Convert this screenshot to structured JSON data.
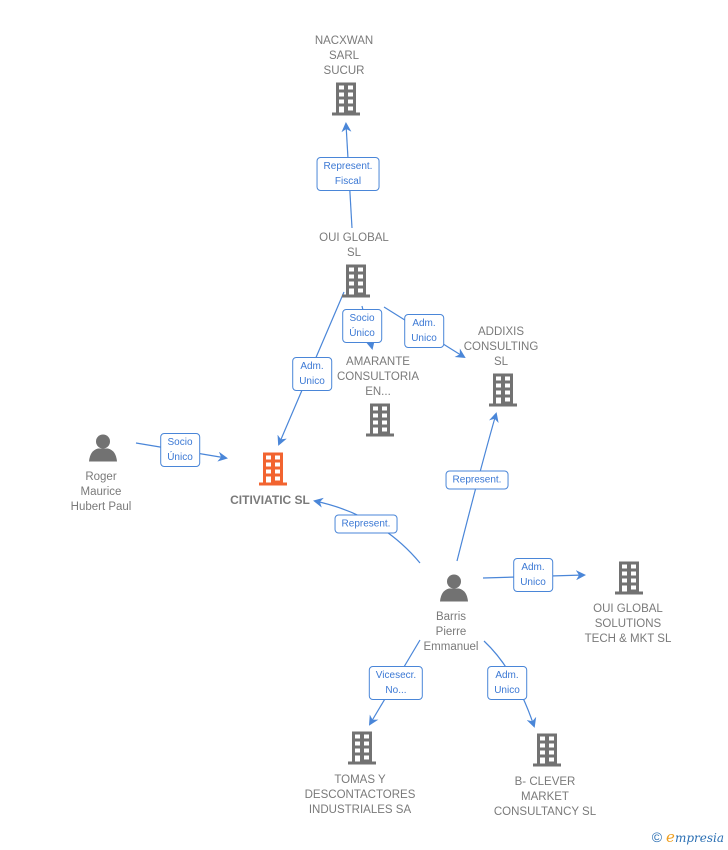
{
  "colors": {
    "edge": "#4a86d8",
    "company": "#727272",
    "focus_company": "#f26430",
    "person": "#727272",
    "label_text": "#7a7a7a"
  },
  "nodes": [
    {
      "id": "nacxwan",
      "type": "company",
      "label": "NACXWAN\nSARL\nSUCUR",
      "icon": "building-icon"
    },
    {
      "id": "oui_global",
      "type": "company",
      "label": "OUI GLOBAL\nSL",
      "icon": "building-icon"
    },
    {
      "id": "amarante",
      "type": "company",
      "label": "AMARANTE\nCONSULTORIA\nEN...",
      "icon": "building-icon"
    },
    {
      "id": "addixis",
      "type": "company",
      "label": "ADDIXIS\nCONSULTING\nSL",
      "icon": "building-icon"
    },
    {
      "id": "citiviatic",
      "type": "company",
      "focus": true,
      "label": "CITIVIATIC  SL",
      "icon": "building-icon"
    },
    {
      "id": "roger",
      "type": "person",
      "label": "Roger\nMaurice\nHubert Paul",
      "icon": "person-icon"
    },
    {
      "id": "barris",
      "type": "person",
      "label": "Barris\nPierre\nEmmanuel",
      "icon": "person-icon"
    },
    {
      "id": "oui_solutions",
      "type": "company",
      "label": "OUI GLOBAL\nSOLUTIONS\nTECH & MKT SL",
      "icon": "building-icon"
    },
    {
      "id": "tomas",
      "type": "company",
      "label": "TOMAS Y\nDESCONTACTORES\nINDUSTRIALES SA",
      "icon": "building-icon"
    },
    {
      "id": "bclever",
      "type": "company",
      "label": "B- CLEVER\nMARKET\nCONSULTANCY SL",
      "icon": "building-icon"
    }
  ],
  "edges": [
    {
      "from": "oui_global",
      "to": "nacxwan",
      "label": "Represent.\nFiscal"
    },
    {
      "from": "oui_global",
      "to": "amarante",
      "label": "Socio\nÚnico"
    },
    {
      "from": "oui_global",
      "to": "addixis",
      "label": "Adm.\nUnico"
    },
    {
      "from": "oui_global",
      "to": "citiviatic",
      "label": "Adm.\nUnico"
    },
    {
      "from": "roger",
      "to": "citiviatic",
      "label": "Socio\nÚnico"
    },
    {
      "from": "barris",
      "to": "citiviatic",
      "label": "Represent."
    },
    {
      "from": "barris",
      "to": "addixis",
      "label": "Represent."
    },
    {
      "from": "barris",
      "to": "oui_solutions",
      "label": "Adm.\nUnico"
    },
    {
      "from": "barris",
      "to": "tomas",
      "label": "Vicesecr.\nNo..."
    },
    {
      "from": "barris",
      "to": "bclever",
      "label": "Adm.\nUnico"
    }
  ],
  "footer": {
    "copyright_symbol": "©",
    "brand_initial": "e",
    "brand_rest": "mpresia"
  }
}
